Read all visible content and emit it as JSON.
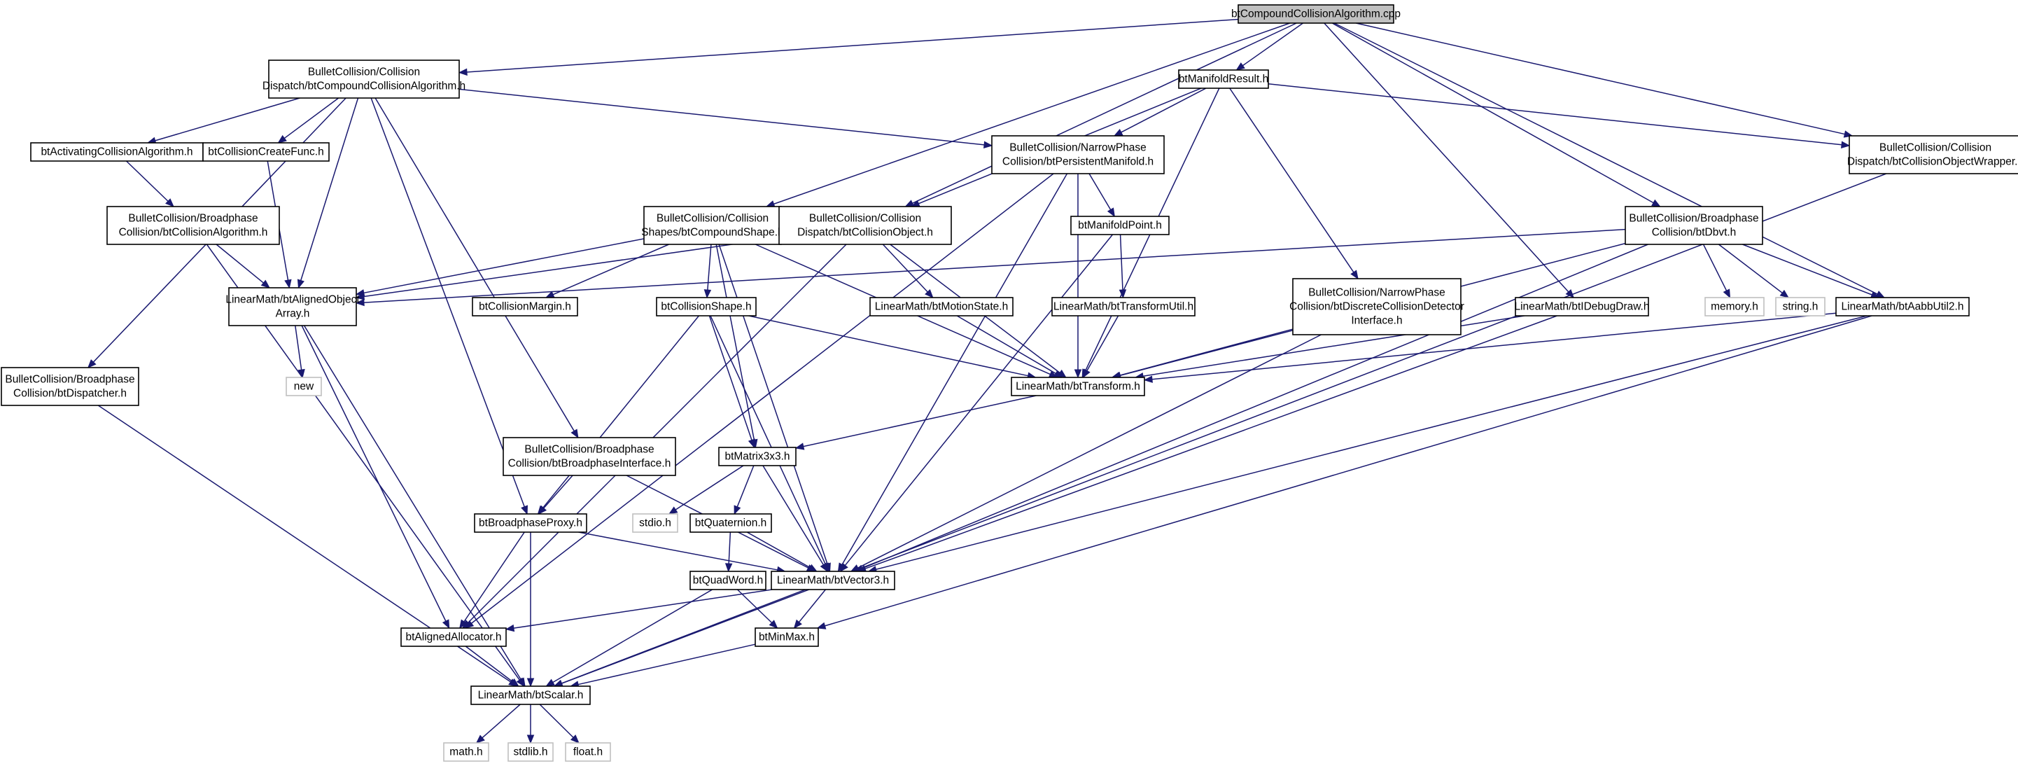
{
  "diagram": {
    "type": "include-dependency-graph",
    "colors": {
      "edge": "#191970",
      "root_fill": "#c0c0c0",
      "node_border": "#000000",
      "system_header_border": "#bfbfbf"
    },
    "nodes": [
      {
        "id": "root",
        "lines": [
          "btCompoundCollisionAlgorithm.cpp"
        ],
        "kind": "root"
      },
      {
        "id": "compoundAlg",
        "lines": [
          "BulletCollision/Collision",
          "Dispatch/btCompoundCollisionAlgorithm.h"
        ],
        "kind": "file"
      },
      {
        "id": "manifoldResult",
        "lines": [
          "btManifoldResult.h"
        ],
        "kind": "file"
      },
      {
        "id": "objWrapper",
        "lines": [
          "BulletCollision/Collision",
          "Dispatch/btCollisionObjectWrapper.h"
        ],
        "kind": "file"
      },
      {
        "id": "activating",
        "lines": [
          "btActivatingCollisionAlgorithm.h"
        ],
        "kind": "file"
      },
      {
        "id": "createFunc",
        "lines": [
          "btCollisionCreateFunc.h"
        ],
        "kind": "file"
      },
      {
        "id": "persistent",
        "lines": [
          "BulletCollision/NarrowPhase",
          "Collision/btPersistentManifold.h"
        ],
        "kind": "file"
      },
      {
        "id": "collisionAlg",
        "lines": [
          "BulletCollision/Broadphase",
          "Collision/btCollisionAlgorithm.h"
        ],
        "kind": "file"
      },
      {
        "id": "compoundShape",
        "lines": [
          "BulletCollision/Collision",
          "Shapes/btCompoundShape.h"
        ],
        "kind": "file"
      },
      {
        "id": "collisionObject",
        "lines": [
          "BulletCollision/Collision",
          "Dispatch/btCollisionObject.h"
        ],
        "kind": "file"
      },
      {
        "id": "manifoldPoint",
        "lines": [
          "btManifoldPoint.h"
        ],
        "kind": "file"
      },
      {
        "id": "dbvt",
        "lines": [
          "BulletCollision/Broadphase",
          "Collision/btDbvt.h"
        ],
        "kind": "file"
      },
      {
        "id": "alignedArray",
        "lines": [
          "LinearMath/btAlignedObject",
          "Array.h"
        ],
        "kind": "file"
      },
      {
        "id": "margin",
        "lines": [
          "btCollisionMargin.h"
        ],
        "kind": "file"
      },
      {
        "id": "collisionShape",
        "lines": [
          "btCollisionShape.h"
        ],
        "kind": "file"
      },
      {
        "id": "motionState",
        "lines": [
          "LinearMath/btMotionState.h"
        ],
        "kind": "file"
      },
      {
        "id": "transformUtil",
        "lines": [
          "LinearMath/btTransformUtil.h"
        ],
        "kind": "file"
      },
      {
        "id": "discrete",
        "lines": [
          "BulletCollision/NarrowPhase",
          "Collision/btDiscreteCollisionDetector",
          "Interface.h"
        ],
        "kind": "file"
      },
      {
        "id": "debugDraw",
        "lines": [
          "LinearMath/btIDebugDraw.h"
        ],
        "kind": "file"
      },
      {
        "id": "memory",
        "lines": [
          "memory.h"
        ],
        "kind": "system"
      },
      {
        "id": "string",
        "lines": [
          "string.h"
        ],
        "kind": "system"
      },
      {
        "id": "aabbUtil",
        "lines": [
          "LinearMath/btAabbUtil2.h"
        ],
        "kind": "file"
      },
      {
        "id": "dispatcher",
        "lines": [
          "BulletCollision/Broadphase",
          "Collision/btDispatcher.h"
        ],
        "kind": "file"
      },
      {
        "id": "new",
        "lines": [
          "new"
        ],
        "kind": "system"
      },
      {
        "id": "transform",
        "lines": [
          "LinearMath/btTransform.h"
        ],
        "kind": "file"
      },
      {
        "id": "broadIface",
        "lines": [
          "BulletCollision/Broadphase",
          "Collision/btBroadphaseInterface.h"
        ],
        "kind": "file"
      },
      {
        "id": "matrix",
        "lines": [
          "btMatrix3x3.h"
        ],
        "kind": "file"
      },
      {
        "id": "stdio",
        "lines": [
          "stdio.h"
        ],
        "kind": "system"
      },
      {
        "id": "quaternion",
        "lines": [
          "btQuaternion.h"
        ],
        "kind": "file"
      },
      {
        "id": "broadProxy",
        "lines": [
          "btBroadphaseProxy.h"
        ],
        "kind": "file"
      },
      {
        "id": "quadWord",
        "lines": [
          "btQuadWord.h"
        ],
        "kind": "file"
      },
      {
        "id": "vector3",
        "lines": [
          "LinearMath/btVector3.h"
        ],
        "kind": "file"
      },
      {
        "id": "alignedAlloc",
        "lines": [
          "btAlignedAllocator.h"
        ],
        "kind": "file"
      },
      {
        "id": "minMax",
        "lines": [
          "btMinMax.h"
        ],
        "kind": "file"
      },
      {
        "id": "scalar",
        "lines": [
          "LinearMath/btScalar.h"
        ],
        "kind": "file"
      },
      {
        "id": "math",
        "lines": [
          "math.h"
        ],
        "kind": "system"
      },
      {
        "id": "stdlib",
        "lines": [
          "stdlib.h"
        ],
        "kind": "system"
      },
      {
        "id": "float",
        "lines": [
          "float.h"
        ],
        "kind": "system"
      }
    ],
    "edges": [
      [
        "root",
        "compoundAlg"
      ],
      [
        "root",
        "manifoldResult"
      ],
      [
        "root",
        "objWrapper"
      ],
      [
        "root",
        "compoundShape"
      ],
      [
        "root",
        "collisionObject"
      ],
      [
        "root",
        "dbvt"
      ],
      [
        "root",
        "debugDraw"
      ],
      [
        "root",
        "aabbUtil"
      ],
      [
        "compoundAlg",
        "activating"
      ],
      [
        "compoundAlg",
        "createFunc"
      ],
      [
        "compoundAlg",
        "dispatcher"
      ],
      [
        "compoundAlg",
        "alignedArray"
      ],
      [
        "compoundAlg",
        "persistent"
      ],
      [
        "compoundAlg",
        "broadIface"
      ],
      [
        "compoundAlg",
        "broadProxy"
      ],
      [
        "manifoldResult",
        "persistent"
      ],
      [
        "manifoldResult",
        "collisionObject"
      ],
      [
        "manifoldResult",
        "objWrapper"
      ],
      [
        "manifoldResult",
        "discrete"
      ],
      [
        "manifoldResult",
        "transform"
      ],
      [
        "activating",
        "collisionAlg"
      ],
      [
        "createFunc",
        "alignedArray"
      ],
      [
        "collisionAlg",
        "alignedArray"
      ],
      [
        "collisionAlg",
        "scalar"
      ],
      [
        "persistent",
        "manifoldPoint"
      ],
      [
        "persistent",
        "transform"
      ],
      [
        "persistent",
        "alignedAlloc"
      ],
      [
        "persistent",
        "vector3"
      ],
      [
        "compoundShape",
        "alignedArray"
      ],
      [
        "compoundShape",
        "margin"
      ],
      [
        "compoundShape",
        "collisionShape"
      ],
      [
        "compoundShape",
        "matrix"
      ],
      [
        "compoundShape",
        "transform"
      ],
      [
        "compoundShape",
        "vector3"
      ],
      [
        "collisionObject",
        "alignedArray"
      ],
      [
        "collisionObject",
        "motionState"
      ],
      [
        "collisionObject",
        "transform"
      ],
      [
        "collisionObject",
        "alignedAlloc"
      ],
      [
        "manifoldPoint",
        "transformUtil"
      ],
      [
        "manifoldPoint",
        "vector3"
      ],
      [
        "dbvt",
        "alignedArray"
      ],
      [
        "dbvt",
        "memory"
      ],
      [
        "dbvt",
        "string"
      ],
      [
        "dbvt",
        "aabbUtil"
      ],
      [
        "dbvt",
        "transform"
      ],
      [
        "dbvt",
        "vector3"
      ],
      [
        "alignedArray",
        "new"
      ],
      [
        "alignedArray",
        "alignedAlloc"
      ],
      [
        "alignedArray",
        "scalar"
      ],
      [
        "collisionShape",
        "transform"
      ],
      [
        "collisionShape",
        "matrix"
      ],
      [
        "collisionShape",
        "broadProxy"
      ],
      [
        "collisionShape",
        "vector3"
      ],
      [
        "motionState",
        "transform"
      ],
      [
        "transformUtil",
        "transform"
      ],
      [
        "discrete",
        "transform"
      ],
      [
        "discrete",
        "vector3"
      ],
      [
        "debugDraw",
        "transform"
      ],
      [
        "debugDraw",
        "vector3"
      ],
      [
        "aabbUtil",
        "transform"
      ],
      [
        "aabbUtil",
        "vector3"
      ],
      [
        "aabbUtil",
        "minMax"
      ],
      [
        "objWrapper",
        "scalar"
      ],
      [
        "dispatcher",
        "scalar"
      ],
      [
        "transform",
        "matrix"
      ],
      [
        "broadIface",
        "broadProxy"
      ],
      [
        "broadIface",
        "vector3"
      ],
      [
        "matrix",
        "stdio"
      ],
      [
        "matrix",
        "quaternion"
      ],
      [
        "matrix",
        "vector3"
      ],
      [
        "quaternion",
        "quadWord"
      ],
      [
        "quaternion",
        "vector3"
      ],
      [
        "broadProxy",
        "alignedAlloc"
      ],
      [
        "broadProxy",
        "scalar"
      ],
      [
        "broadProxy",
        "vector3"
      ],
      [
        "quadWord",
        "minMax"
      ],
      [
        "quadWord",
        "scalar"
      ],
      [
        "vector3",
        "alignedAlloc"
      ],
      [
        "vector3",
        "minMax"
      ],
      [
        "vector3",
        "scalar"
      ],
      [
        "alignedAlloc",
        "scalar"
      ],
      [
        "minMax",
        "scalar"
      ],
      [
        "scalar",
        "math"
      ],
      [
        "scalar",
        "stdlib"
      ],
      [
        "scalar",
        "float"
      ]
    ]
  }
}
